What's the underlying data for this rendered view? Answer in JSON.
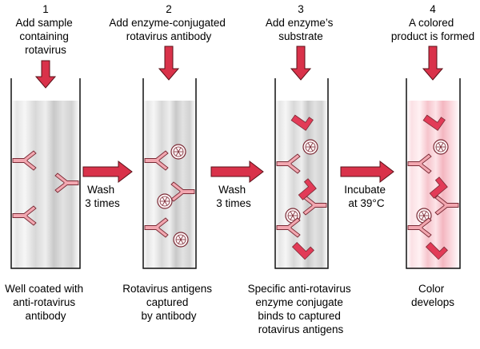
{
  "steps": [
    {
      "number": "1",
      "instruction": [
        "Add sample",
        "containing",
        "rotavirus"
      ],
      "caption": [
        "Well coated with",
        "anti-rotavirus",
        "antibody"
      ]
    },
    {
      "number": "2",
      "instruction": [
        "Add enzyme-conjugated",
        "rotavirus antibody"
      ],
      "caption": [
        "Rotavirus antigens",
        "captured",
        "by antibody"
      ]
    },
    {
      "number": "3",
      "instruction": [
        "Add enzyme’s",
        "substrate"
      ],
      "caption": [
        "Specific anti-rotavirus",
        "enzyme conjugate",
        "binds to captured",
        "rotavirus antigens"
      ]
    },
    {
      "number": "4",
      "instruction": [
        "A colored",
        "product is formed"
      ],
      "caption": [
        "Color",
        "develops"
      ]
    }
  ],
  "transitions": [
    {
      "label": [
        "Wash",
        "3 times"
      ]
    },
    {
      "label": [
        "Wash",
        "3 times"
      ]
    },
    {
      "label": [
        "Incubate",
        "at 39°C"
      ]
    }
  ],
  "colors": {
    "arrow": "#d9324a",
    "arrow_outline": "#5a1018",
    "antibody": "#f2a7b0",
    "antibody_outline": "#7a2a35",
    "enzyme_product": "#e23b57",
    "well_outline": "#111111",
    "well_band_light": "#ededed",
    "well_band_dark": "#c9c9c9",
    "tint_color": "#f7c8d0"
  },
  "icons": {
    "antibody": "y-shaped-antibody-icon",
    "antigen": "rotavirus-antigen-wheel-icon",
    "substrate": "substrate-product-icon",
    "arrow": "down-arrow-icon",
    "transition_arrow": "right-arrow-icon"
  }
}
